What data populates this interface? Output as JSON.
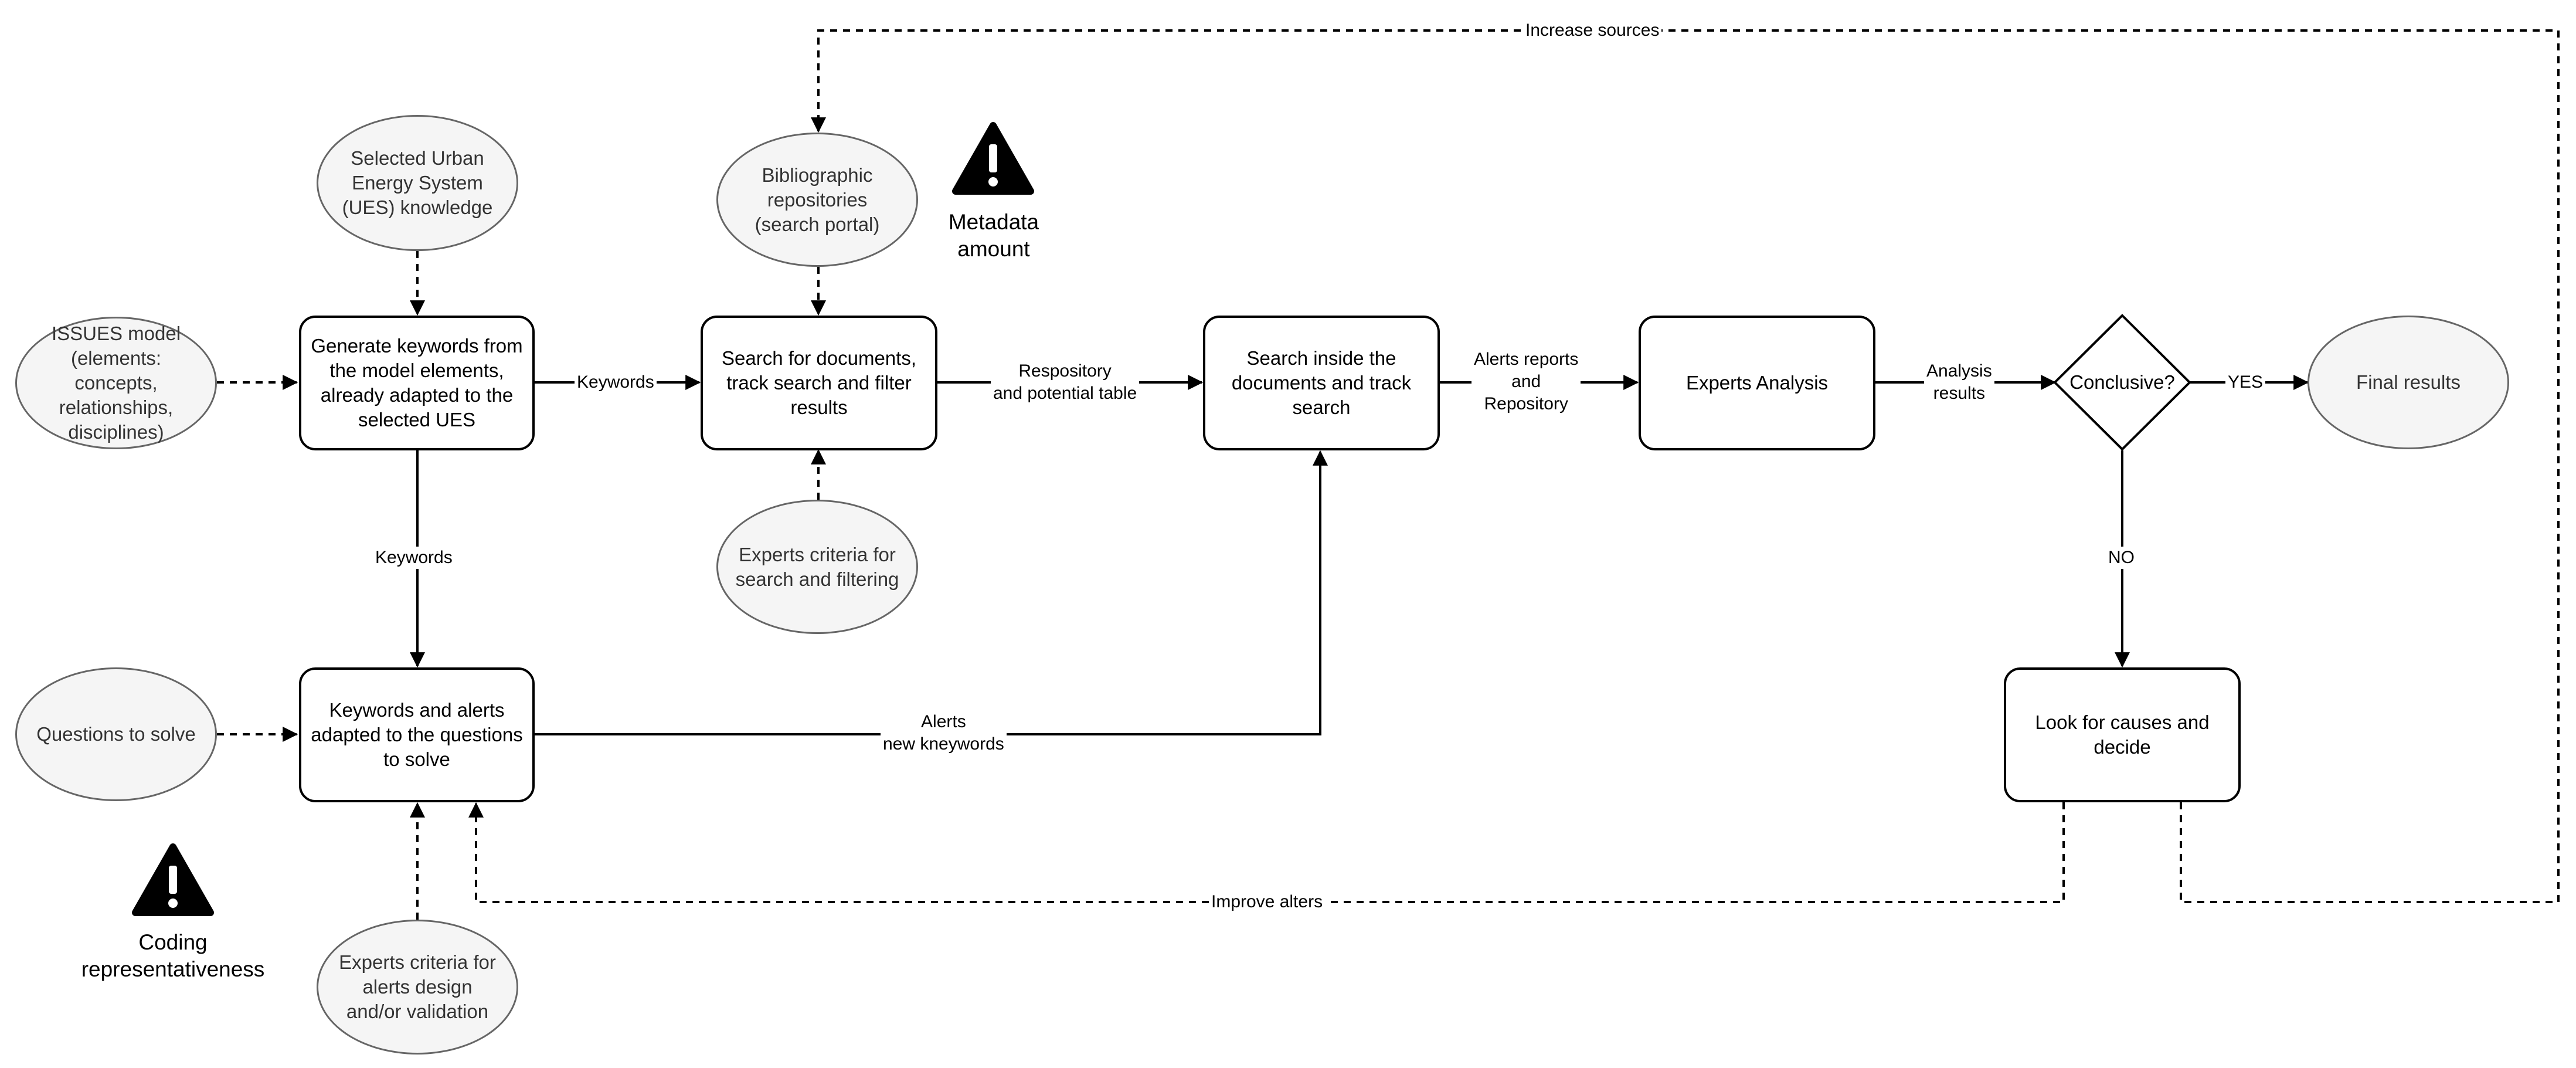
{
  "nodes": {
    "issues_model": "ISSUES model\n(elements: concepts, relationships, disciplines)",
    "ues_knowledge": "Selected Urban Energy System (UES) knowledge",
    "generate_keywords": "Generate keywords from the model elements, already adapted to the selected UES",
    "bibliographic_repos": "Bibliographic repositories (search portal)",
    "search_documents": "Search for documents, track search and filter results",
    "experts_search_criteria": "Experts criteria for search and filtering",
    "search_inside": "Search inside the documents and track search",
    "experts_analysis": "Experts Analysis",
    "conclusive": "Conclusive?",
    "final_results": "Final results",
    "questions": "Questions to solve",
    "keywords_alerts": "Keywords and alerts adapted to the questions to solve",
    "experts_alerts_criteria": "Experts criteria for alerts design and/or validation",
    "look_causes": "Look for causes and decide"
  },
  "warnings": {
    "metadata": "Metadata\namount",
    "coding": "Coding\nrepresentativeness"
  },
  "edge_labels": {
    "keywords_h": "Keywords",
    "keywords_v": "Keywords",
    "repository_table": "Respository\nand potential table",
    "alerts_reports": "Alerts reports\nand\nRepository",
    "analysis_results": "Analysis\nresults",
    "yes": "YES",
    "no": "NO",
    "alerts_new": "Alerts\nnew kneywords",
    "increase_sources": "Increase sources",
    "improve_alters": "Improve alters"
  },
  "icons": [
    "warning-triangle-icon"
  ],
  "colors": {
    "process_border": "#000000",
    "ellipse_fill": "#f5f5f5",
    "ellipse_border": "#666666",
    "ellipse_text": "#333333"
  }
}
